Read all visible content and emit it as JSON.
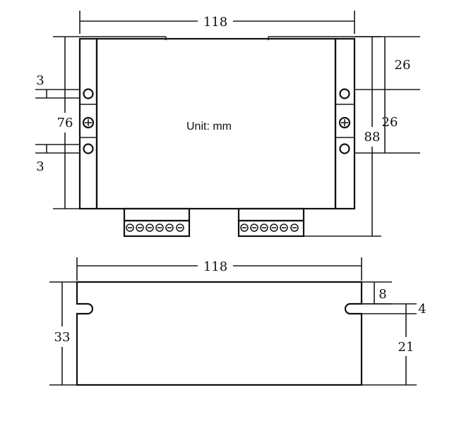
{
  "top_view": {
    "width_label": "118",
    "height_label": "76",
    "total_height_label": "88",
    "offset_top_label": "26",
    "hole_spacing_label": "26",
    "slot_top_label": "3",
    "slot_bottom_label": "3",
    "unit_note": "Unit: mm"
  },
  "side_view": {
    "width_label": "118",
    "height_label": "33",
    "slot_offset_label": "8",
    "slot_height_label": "4",
    "bottom_label": "21"
  }
}
